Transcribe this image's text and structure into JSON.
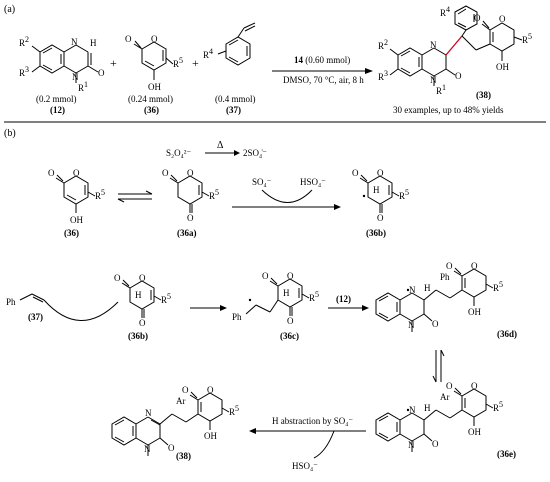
{
  "panel_a": {
    "label": "(a)",
    "r2": "R",
    "r2_sup": "2",
    "r3": "R",
    "r3_sup": "3",
    "r1": "R",
    "r1_sup": "1",
    "atom_N": "N",
    "atom_O": "O",
    "atom_H": "H",
    "atom_OH": "OH",
    "r5": "R",
    "r5_sup": "5",
    "r4": "R",
    "r4_sup": "4",
    "plus": "+",
    "amt_12": "(0.2 mmol)",
    "cmp_12": "(12)",
    "amt_36": "(0.24 mmol)",
    "cmp_36": "(36)",
    "amt_37": "(0.4 mmol)",
    "cmp_37": "(37)",
    "cond_1_num": "14",
    "cond_1_rest": " (0.60 mmol)",
    "cond_2": "DMSO, 70 °C, air, 8 h",
    "cmp_38": "(38)",
    "result": "30 examples, up to 48% yields"
  },
  "panel_b": {
    "label": "(b)",
    "persulfate": "S₂O₄²⁻",
    "delta": "Δ",
    "sulfate_rad": "2SO₄̇⁻",
    "so4": "SO₄⁻",
    "hso4": "HSO₄⁻",
    "cmp_36": "(36)",
    "cmp_36a": "(36a)",
    "cmp_36b": "(36b)",
    "cmp_37": "(37)",
    "cmp_36c": "(36c)",
    "cmp_36d": "(36d)",
    "cmp_36e": "(36e)",
    "cmp_38": "(38)",
    "cmp_12": "(12)",
    "ph": "Ph",
    "ar": "Ar",
    "h_abstraction": "H abstraction by SO₄⁻"
  }
}
